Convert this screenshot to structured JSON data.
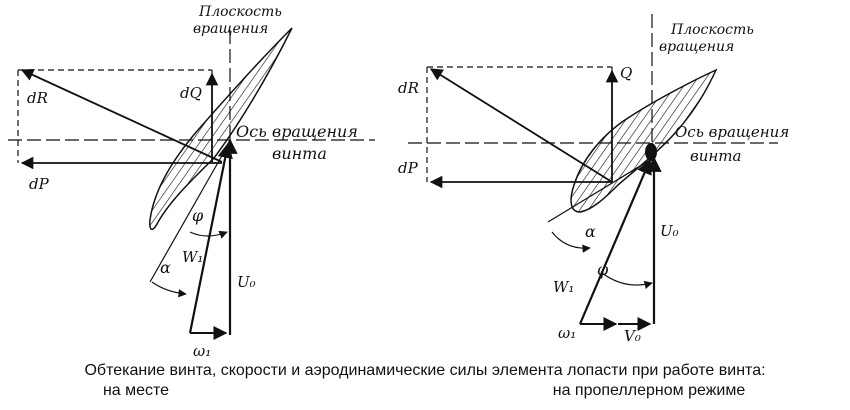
{
  "colors": {
    "ink": "#111111",
    "background": "#ffffff"
  },
  "left_diagram": {
    "plane_label_line1": "Плоскость",
    "plane_label_line2": "вращения",
    "axis_label_line1": "Ось вращения",
    "axis_label_line2": "винта",
    "dR": "dR",
    "dQ": "dQ",
    "dP": "dP",
    "phi": "φ",
    "alpha": "α",
    "W1": "W₁",
    "U0": "U₀",
    "omega1": "ω₁"
  },
  "right_diagram": {
    "plane_label_line1": "Плоскость",
    "plane_label_line2": "вращения",
    "axis_label_line1": "Ось вращения",
    "axis_label_line2": "винта",
    "dR": "dR",
    "Q": "Q",
    "dP": "dP",
    "alpha": "α",
    "phi": "φ",
    "W1": "W₁",
    "U0": "U₀",
    "omega1": "ω₁",
    "V0": "V₀"
  },
  "caption": {
    "line1": "Обтекание винта, скорости и аэродинамические силы элемента лопасти при работе винта:",
    "left_sub": "на месте",
    "right_sub": "на пропеллерном режиме"
  }
}
